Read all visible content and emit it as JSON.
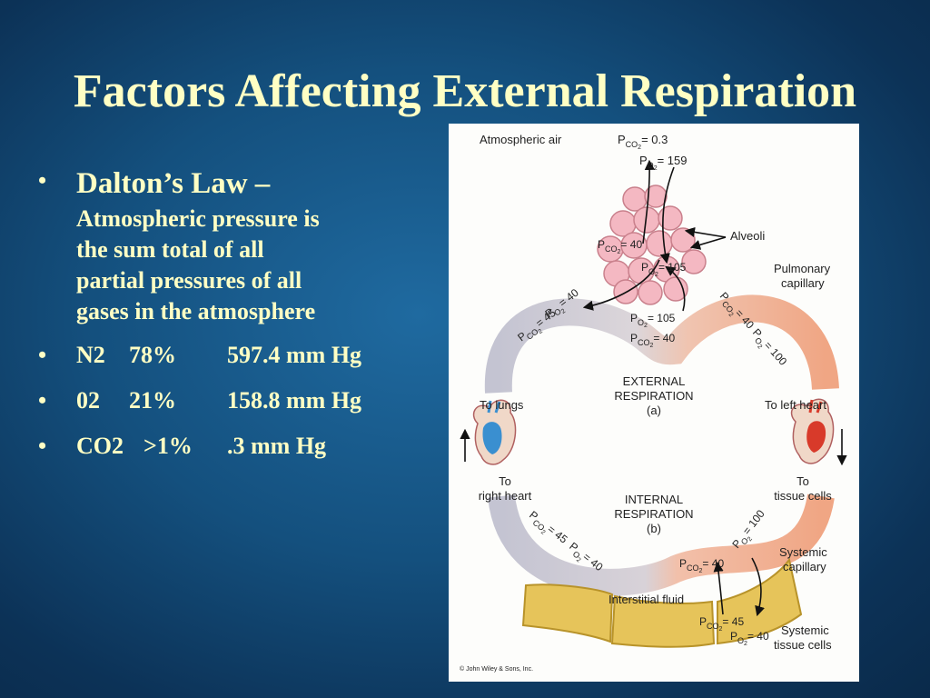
{
  "slide": {
    "title": "Factors Affecting External Respiration",
    "bullets": {
      "law_heading": "Dalton’s Law –",
      "law_text": "Atmospheric pressure is\nthe sum total of all\npartial pressures of all\ngases in the atmosphere",
      "rows": [
        {
          "gas": "N2",
          "percent": "78%",
          "pressure": "597.4 mm Hg"
        },
        {
          "gas": "02",
          "percent": "21%",
          "pressure": "158.8 mm Hg"
        },
        {
          "gas": "CO2",
          "percent": ">1%",
          "pressure": ".3 mm Hg"
        }
      ]
    }
  },
  "figure": {
    "atmospheric_air": "Atmospheric air",
    "atm_pco2": "= 0.3",
    "atm_po2": "= 159",
    "alveoli": "Alveoli",
    "alv_pco2": "= 40",
    "alv_po2": "= 105",
    "pulmonary_capillary_1": "Pulmonary",
    "pulmonary_capillary_2": "capillary",
    "p_letter": "P",
    "sub_co2": "CO",
    "sub_o2": "O",
    "sub_2": "2",
    "left_upper_co2": "= 45",
    "left_upper_o2": "= 40",
    "mid_po2": "= 105",
    "mid_pco2": "= 40",
    "right_upper_co2": "= 40",
    "right_upper_o2": "= 100",
    "external_1": "EXTERNAL",
    "external_2": "RESPIRATION",
    "external_3": "(a)",
    "to_lungs": "To lungs",
    "to_left_heart": "To left heart",
    "to_right_heart_1": "To",
    "to_right_heart_2": "right heart",
    "to_tissue_1": "To",
    "to_tissue_2": "tissue cells",
    "internal_1": "INTERNAL",
    "internal_2": "RESPIRATION",
    "internal_3": "(b)",
    "left_lower_co2": "= 45",
    "left_lower_o2": "= 40",
    "right_lower_co2": "= 40",
    "right_lower_o2": "= 100",
    "systemic_capillary_1": "Systemic",
    "systemic_capillary_2": "capillary",
    "interstitial_fluid": "Interstitial fluid",
    "tissue_pco2": "= 45",
    "tissue_po2": "= 40",
    "systemic_tissue_1": "Systemic",
    "systemic_tissue_2": "tissue cells",
    "copyright": "© John Wiley & Sons, Inc."
  },
  "colors": {
    "title_text": "#ffffc4",
    "oxygenated": "#f2a888",
    "deoxygenated": "#c9c9d6",
    "tissue": "#e6c45a",
    "alveoli": "#f4b8c2"
  }
}
